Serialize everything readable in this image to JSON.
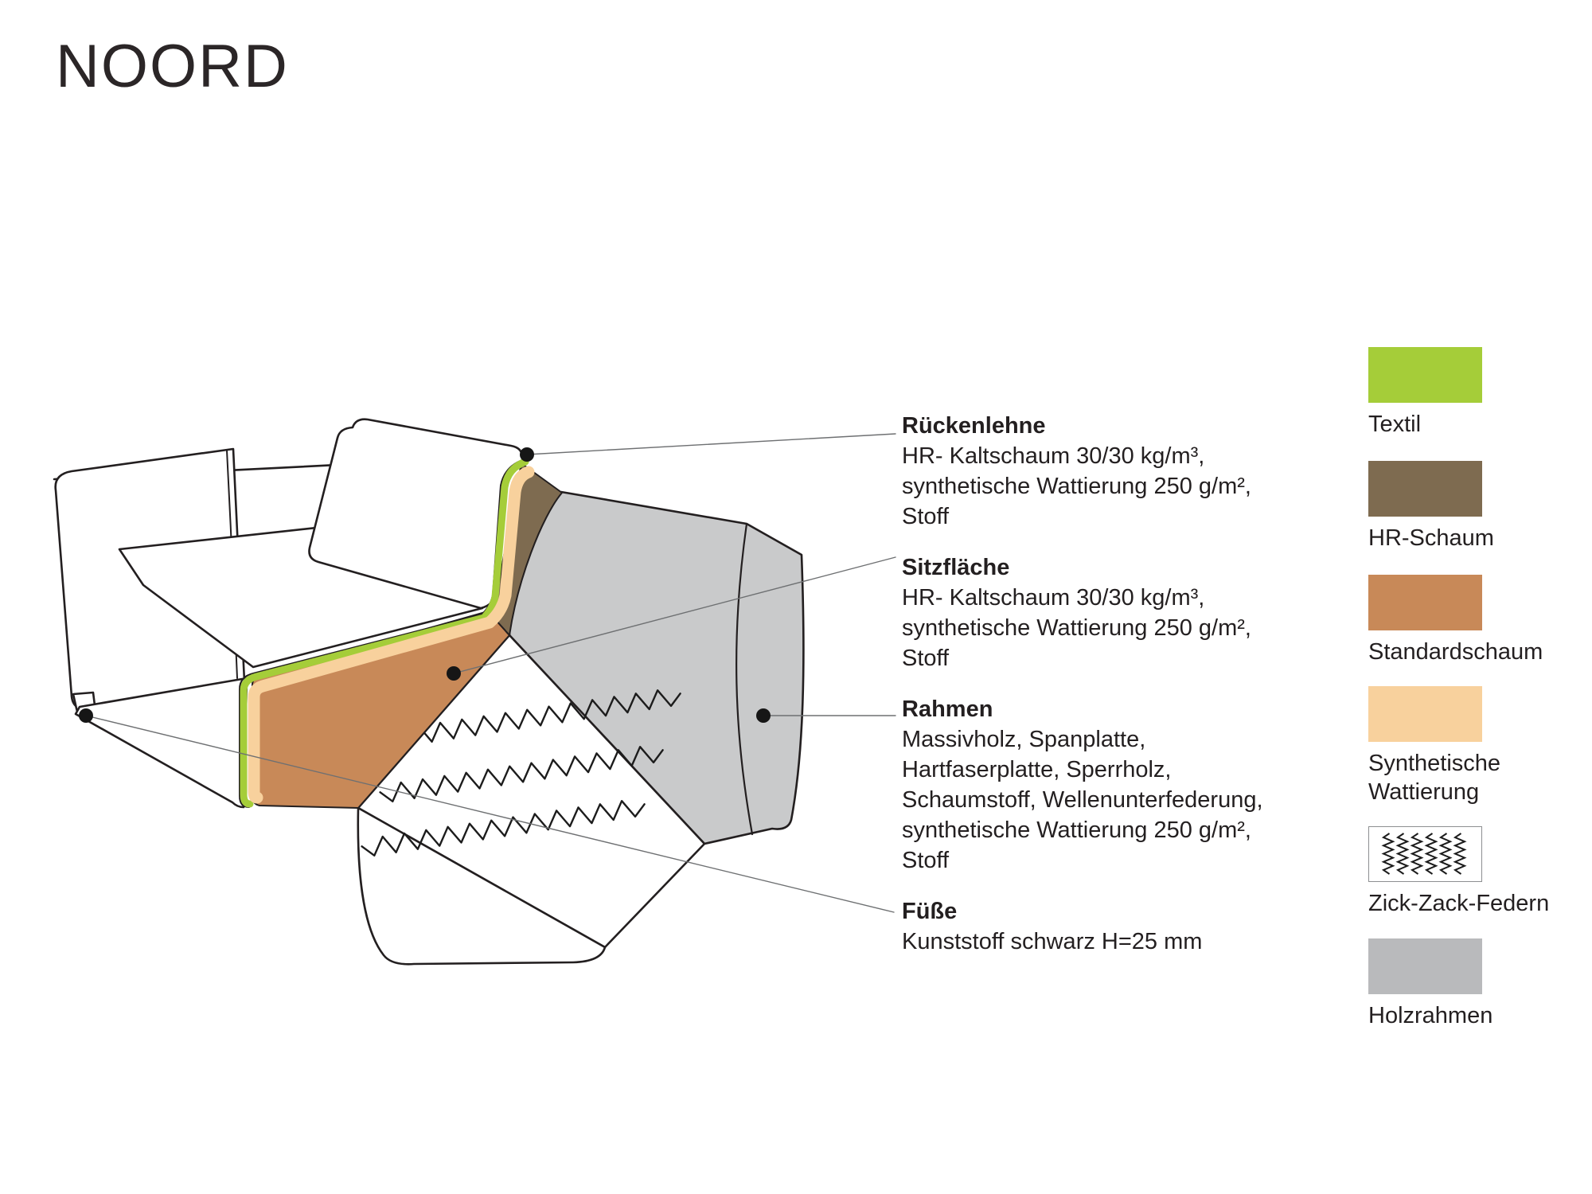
{
  "title": "NOORD",
  "annotations": {
    "sections": [
      {
        "heading": "Rückenlehne",
        "lines": [
          "HR- Kaltschaum 30/30 kg/m³,",
          "synthetische Wattierung 250 g/m²,",
          "Stoff"
        ]
      },
      {
        "heading": "Sitzfläche",
        "lines": [
          "HR- Kaltschaum 30/30 kg/m³,",
          "synthetische Wattierung 250 g/m²,",
          "Stoff"
        ]
      },
      {
        "heading": "Rahmen",
        "lines": [
          "Massivholz, Spanplatte,",
          "Hartfaserplatte, Sperrholz,",
          "Schaumstoff, Wellenunterfederung,",
          "synthetische Wattierung 250 g/m²,",
          "Stoff"
        ]
      },
      {
        "heading": "Füße",
        "lines": [
          "Kunststoff schwarz H=25 mm"
        ]
      }
    ]
  },
  "legend": {
    "items": [
      {
        "label": "Textil",
        "color": "#a5cd39",
        "type": "solid"
      },
      {
        "label": "HR-Schaum",
        "color": "#7e6b50",
        "type": "solid"
      },
      {
        "label": "Standardschaum",
        "color": "#c88958",
        "type": "solid"
      },
      {
        "label": "Synthetische Wattierung",
        "color": "#f8d19d",
        "type": "solid"
      },
      {
        "label": "Zick-Zack-Federn",
        "color": "#ffffff",
        "type": "zigzag"
      },
      {
        "label": "Holzrahmen",
        "color": "#b9babc",
        "type": "solid"
      }
    ]
  },
  "diagram": {
    "colors": {
      "textil": "#a5cd39",
      "hr_schaum": "#7e6b50",
      "standardschaum": "#c88958",
      "wattierung": "#f8d19d",
      "holzrahmen_panel": "#c9cacb",
      "outline": "#231f20",
      "leader": "#6e7072"
    },
    "callouts": [
      "Rückenlehne",
      "Sitzfläche",
      "Rahmen",
      "Füße"
    ]
  }
}
